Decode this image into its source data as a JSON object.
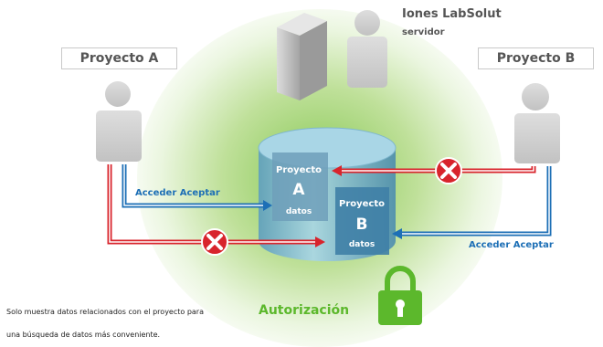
{
  "server": {
    "title": "Iones LabSolut",
    "subtitle": "servidor"
  },
  "projects": {
    "a_label": "Proyecto A",
    "b_label": "Proyecto B"
  },
  "database": {
    "a": {
      "line1": "Proyecto",
      "letter": "A",
      "line3": "datos"
    },
    "b": {
      "line1": "Proyecto",
      "letter": "B",
      "line3": "datos"
    }
  },
  "access": {
    "a_label": "Acceder Aceptar",
    "b_label": "Acceder Aceptar"
  },
  "authorization_label": "Autorización",
  "note": {
    "line1": "Solo muestra datos relacionados con el proyecto para",
    "line2": "una búsqueda de datos más conveniente."
  },
  "colors": {
    "accept": "#1d6fb6",
    "deny": "#d8242c",
    "auth": "#5cb82c",
    "glow": "#7ec448"
  },
  "icons": [
    "server-icon",
    "person-icon",
    "database-icon",
    "deny-icon",
    "lock-icon"
  ]
}
